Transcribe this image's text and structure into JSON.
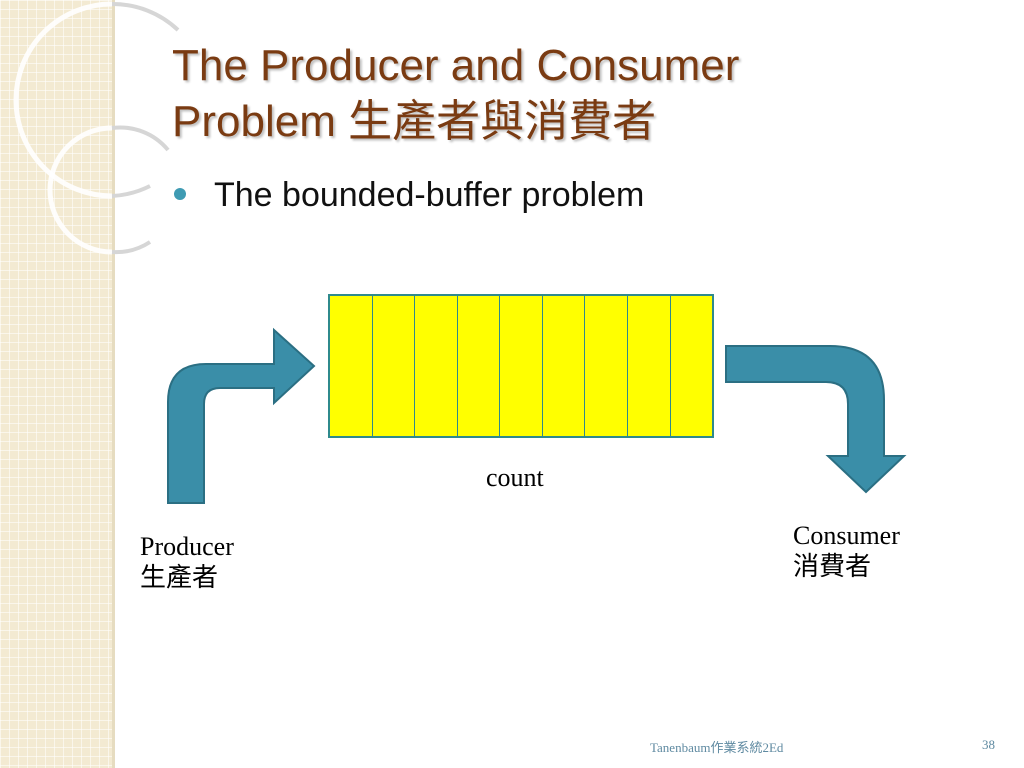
{
  "slide": {
    "title_line1": "The Producer and Consumer",
    "title_line2": "Problem 生產者與消費者",
    "bullet": "The bounded-buffer problem",
    "footer": "Tanenbaum作業系統2Ed",
    "page_number": "38"
  },
  "diagram": {
    "buffer_slots": 9,
    "buffer_label": "count",
    "producer_label": "Producer",
    "producer_label_zh": "生產者",
    "consumer_label": "Consumer",
    "consumer_label_zh": "消費者"
  },
  "colors": {
    "title": "#7a3b12",
    "buffer_fill": "#ffff00",
    "buffer_border": "#2f8a8c",
    "arrow_fill": "#3a8ea8",
    "arrow_stroke": "#2b6f83",
    "bullet_dot": "#3f9bb3",
    "sidebar": "#f3ead2"
  }
}
